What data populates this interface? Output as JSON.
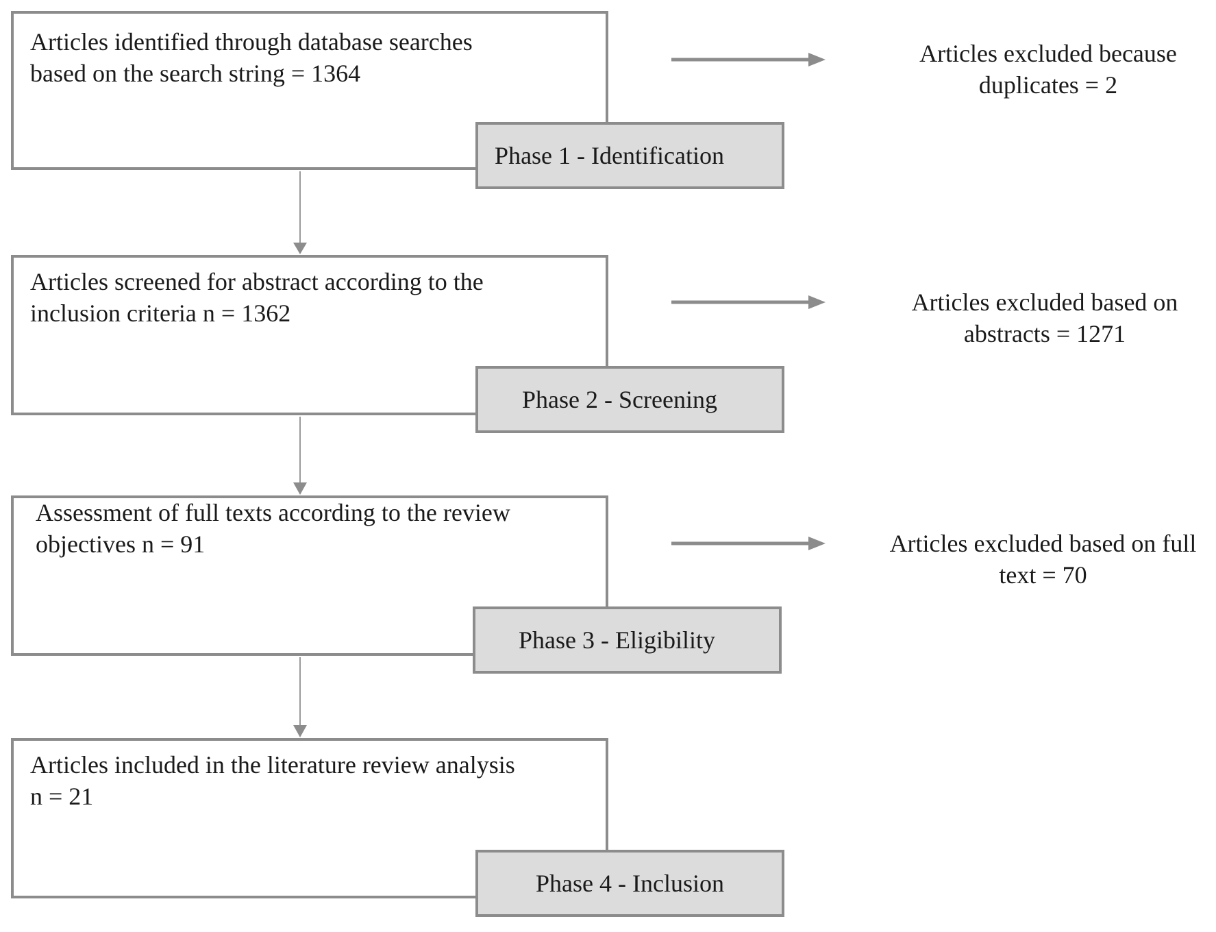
{
  "stages": [
    {
      "box_lines": [
        "Articles identified through database searches",
        "based on the search string = 1364"
      ],
      "phase_label": "Phase 1 - Identification",
      "excluded_lines": [
        "Articles excluded because",
        "duplicates = 2"
      ]
    },
    {
      "box_lines": [
        "Articles screened for abstract according to the",
        "inclusion criteria n = 1362"
      ],
      "phase_label": "Phase 2 - Screening",
      "excluded_lines": [
        "Articles excluded based on",
        "abstracts = 1271"
      ]
    },
    {
      "box_lines": [
        "Assessment of full texts according to the review",
        "objectives n = 91"
      ],
      "phase_label": "Phase 3 - Eligibility",
      "excluded_lines": [
        "Articles excluded based on full",
        "text = 70"
      ]
    },
    {
      "box_lines": [
        "Articles included in the literature review analysis",
        "n = 21"
      ],
      "phase_label": "Phase 4 - Inclusion"
    }
  ],
  "colors": {
    "box_border": "#8c8c8c",
    "phase_fill": "#dcdcdc",
    "arrow": "#8c8c8c",
    "text": "#1a1a1a"
  }
}
